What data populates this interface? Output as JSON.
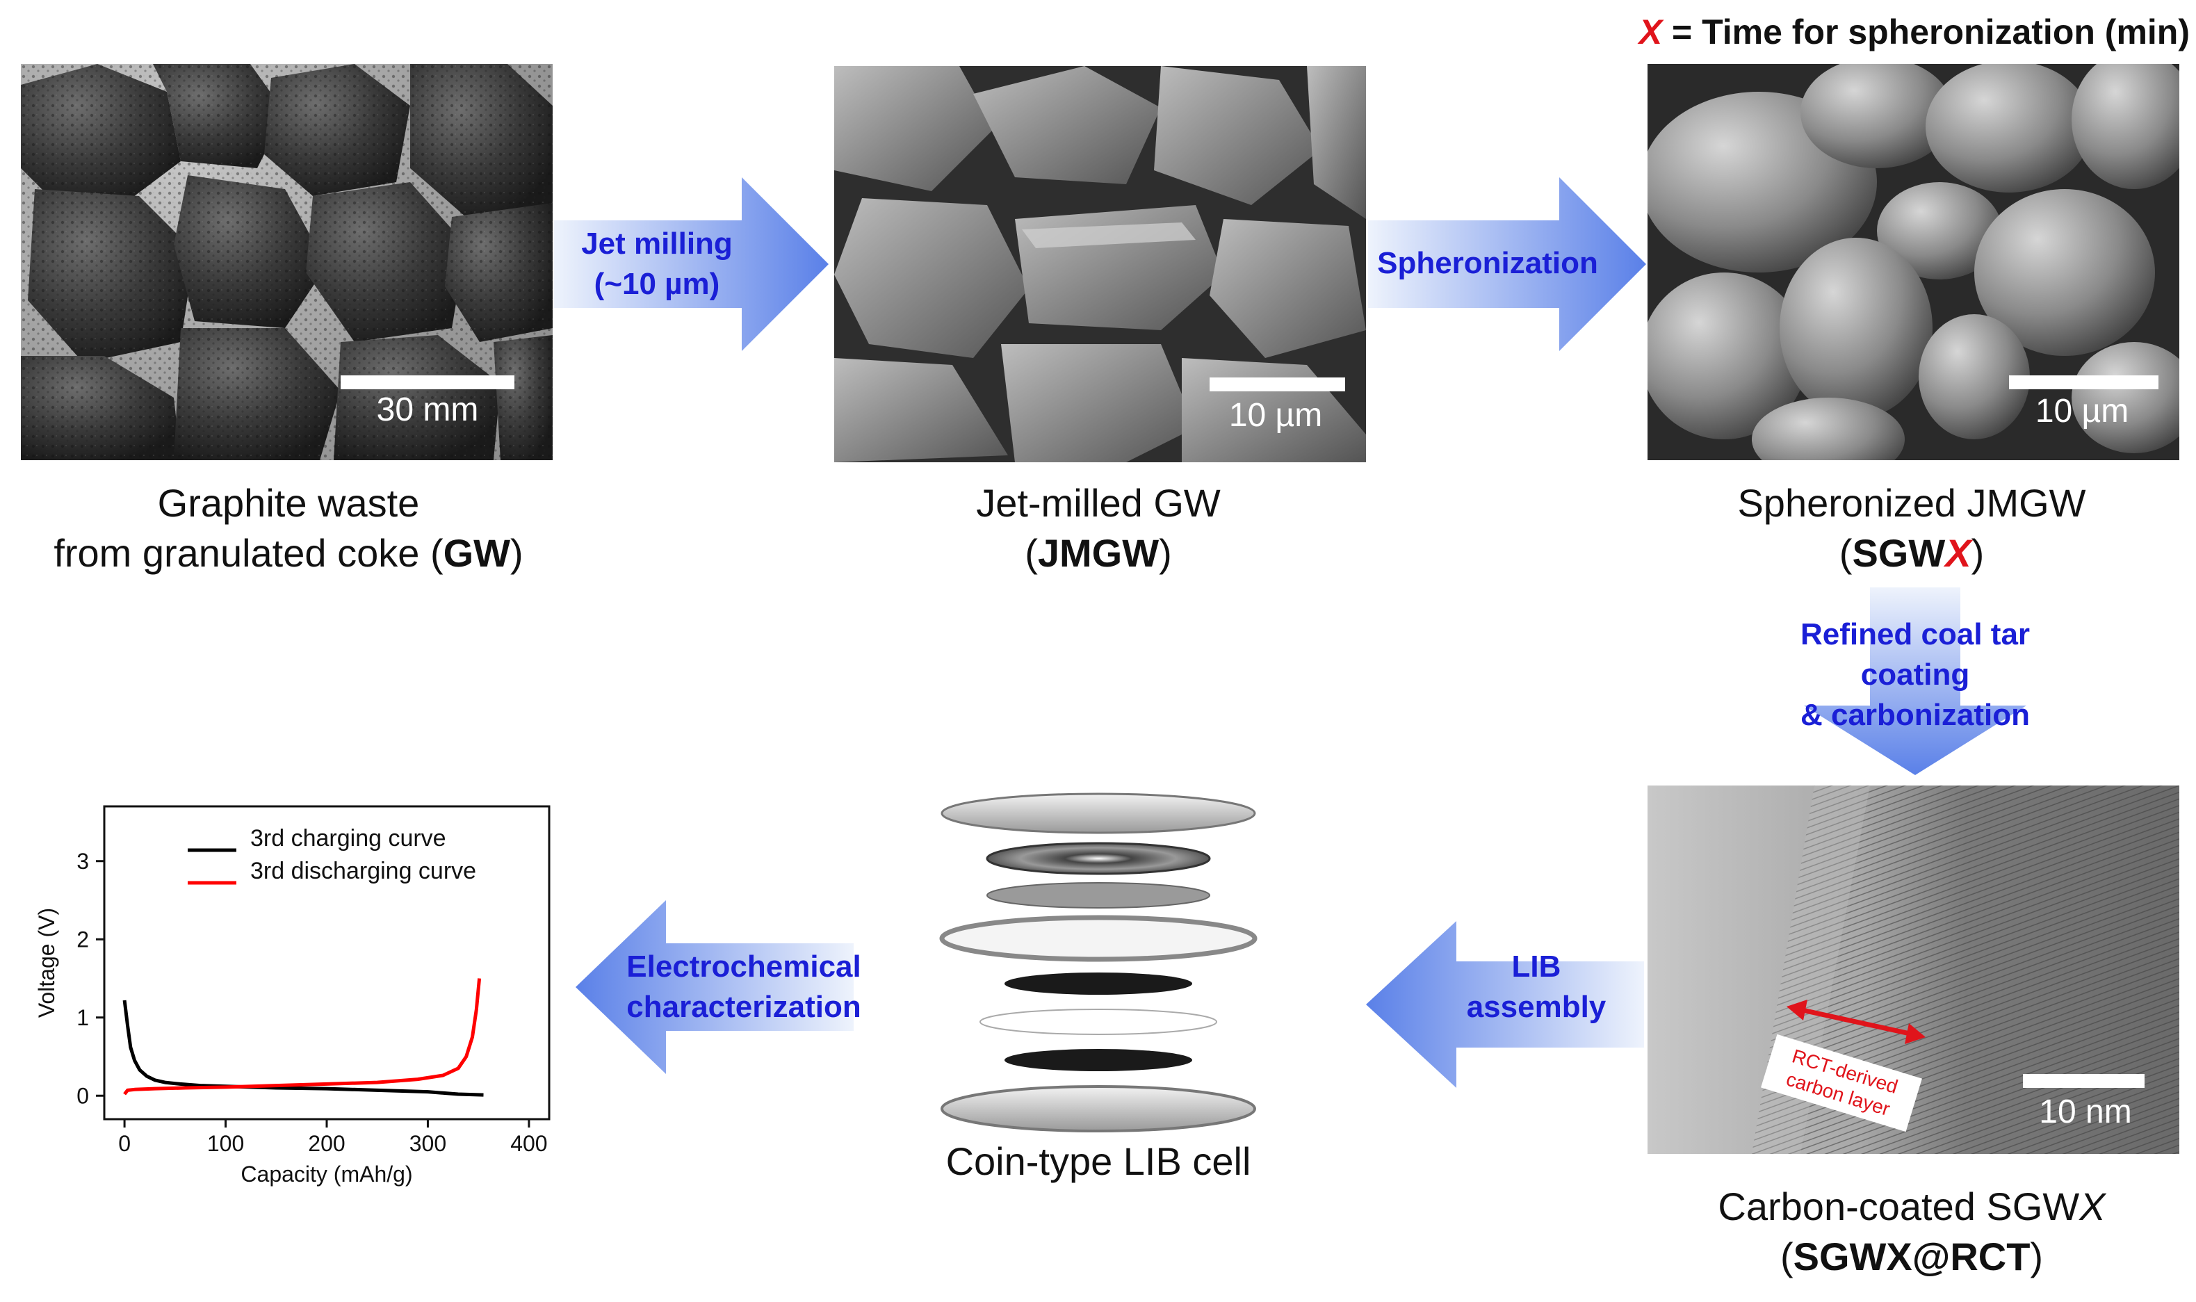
{
  "header": {
    "x_symbol": "X",
    "x_definition": " = Time for spheronization (min)"
  },
  "panels": {
    "gw": {
      "line1": "Graphite waste",
      "line2_prefix": "from granulated coke (",
      "abbr": "GW",
      "line2_suffix": ")",
      "scale_label": "30 mm"
    },
    "jmgw": {
      "line1": "Jet-milled GW",
      "paren_open": "(",
      "abbr": "JMGW",
      "paren_close": ")",
      "scale_label": "10 µm"
    },
    "sgwx": {
      "line1": "Spheronized JMGW",
      "paren_open": "(",
      "abbr": "SGW",
      "abbr_x": "X",
      "paren_close": ")",
      "scale_label": "10 µm"
    },
    "rct": {
      "line1_prefix": "Carbon-coated SGW",
      "line1_x": "X",
      "paren_open": "(",
      "abbr": "SGWX@RCT",
      "paren_close": ")",
      "scale_label": "10 nm",
      "layer_label_line1": "RCT-derived",
      "layer_label_line2": "carbon layer"
    },
    "coin": {
      "label": "Coin-type LIB cell"
    }
  },
  "steps": {
    "jet_milling": {
      "line1": "Jet milling",
      "line2": "(~10 µm)"
    },
    "spheronization": {
      "line1": "Spheronization"
    },
    "coating": {
      "line1": "Refined coal tar",
      "line2": "coating",
      "line3": "& carbonization"
    },
    "lib_assembly": {
      "line1": "LIB",
      "line2": "assembly"
    },
    "electrochem": {
      "line1": "Electrochemical",
      "line2": "characterization"
    }
  },
  "colors": {
    "step_text": "#1a1fd6",
    "x_highlight": "#e0141b",
    "arrow_dark": "#5a80e8",
    "arrow_light": "#e4ecfb"
  },
  "chart_data": {
    "type": "line",
    "xlabel": "Capacity (mAh/g)",
    "ylabel": "Voltage (V)",
    "xlim": [
      -20,
      420
    ],
    "ylim": [
      -0.3,
      3.7
    ],
    "xticks": [
      0,
      100,
      200,
      300,
      400
    ],
    "yticks": [
      0,
      1,
      2,
      3
    ],
    "legend_position": "top-left",
    "series": [
      {
        "name": "3rd charging curve",
        "color": "#000000",
        "points": [
          [
            0,
            1.22
          ],
          [
            3,
            0.9
          ],
          [
            6,
            0.62
          ],
          [
            10,
            0.45
          ],
          [
            15,
            0.33
          ],
          [
            22,
            0.25
          ],
          [
            30,
            0.2
          ],
          [
            40,
            0.17
          ],
          [
            55,
            0.15
          ],
          [
            75,
            0.13
          ],
          [
            100,
            0.12
          ],
          [
            150,
            0.1
          ],
          [
            200,
            0.09
          ],
          [
            250,
            0.07
          ],
          [
            300,
            0.05
          ],
          [
            330,
            0.02
          ],
          [
            355,
            0.01
          ]
        ]
      },
      {
        "name": "3rd discharging curve",
        "color": "#ff0000",
        "points": [
          [
            0,
            0.02
          ],
          [
            3,
            0.07
          ],
          [
            10,
            0.08
          ],
          [
            30,
            0.09
          ],
          [
            60,
            0.1
          ],
          [
            100,
            0.11
          ],
          [
            150,
            0.13
          ],
          [
            200,
            0.15
          ],
          [
            250,
            0.17
          ],
          [
            290,
            0.21
          ],
          [
            315,
            0.26
          ],
          [
            330,
            0.35
          ],
          [
            338,
            0.5
          ],
          [
            344,
            0.75
          ],
          [
            348,
            1.1
          ],
          [
            351,
            1.5
          ]
        ]
      }
    ]
  }
}
